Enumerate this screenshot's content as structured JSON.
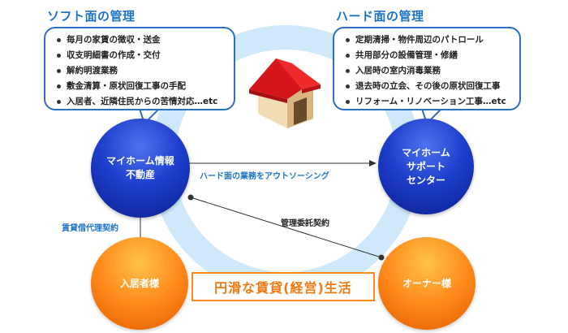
{
  "soft": {
    "title": "ソフト面の管理",
    "items": [
      "毎月の家賃の徴収・送金",
      "収支明細書の作成・交付",
      "解約明渡業務",
      "敷金清算・原状回復工事の手配",
      "入居者、近隣住民からの苦情対応…etc"
    ]
  },
  "hard": {
    "title": "ハード面の管理",
    "items": [
      "定期清掃・物件周辺のパトロール",
      "共用部分の設備管理・修繕",
      "入居時の室内消毒業務",
      "退去時の立会、その後の原状回復工事",
      "リフォーム・リノベーション工事…etc"
    ]
  },
  "nodes": {
    "realestate": [
      "マイホーム情報",
      "不動産"
    ],
    "support": [
      "マイホーム",
      "サポート",
      "センター"
    ],
    "tenant": "入居者様",
    "owner": "オーナー様"
  },
  "links": {
    "outsourcing": "ハード面の業務をアウトソーシング",
    "rental_agency": "賃貸借代理契約",
    "management": "管理委託契約"
  },
  "banner": "円滑な賃貸(経営)生活",
  "colors": {
    "ring": "#cfe9fb",
    "blue_node": "#1e3fcc",
    "orange_node": "#ff8a1a",
    "accent_text": "#1f73c6",
    "bubble_border": "#2a6fc4"
  }
}
